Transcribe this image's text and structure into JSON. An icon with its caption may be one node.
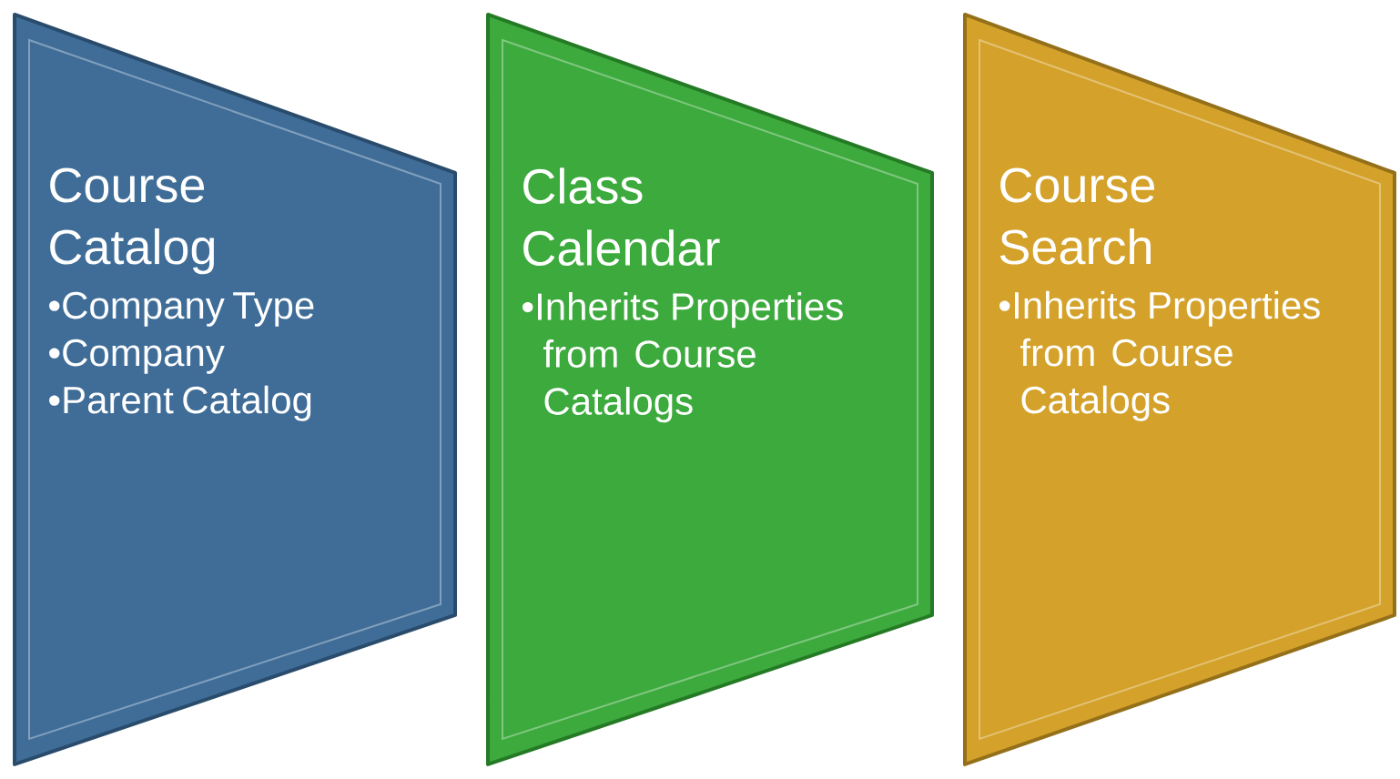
{
  "diagram": {
    "nodes": [
      {
        "text": [
          "Course Catalog",
          "•Company Type",
          "•Company",
          "•Parent Catalog"
        ]
      },
      {
        "text": [
          "Class Calendar",
          "•Inherits Properties from Course Catalogs"
        ]
      },
      {
        "text": [
          "Course Search",
          "•Inherits Properties from Course Catalogs"
        ]
      }
    ]
  }
}
